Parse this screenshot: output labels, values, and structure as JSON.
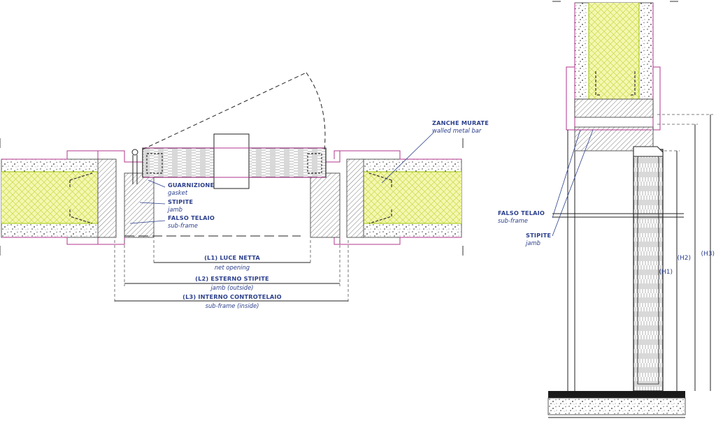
{
  "plan": {
    "labels": {
      "gasket": {
        "main": "GUARNIZIONE",
        "sub": "gasket"
      },
      "jamb": {
        "main": "STIPITE",
        "sub": "jamb"
      },
      "subframe": {
        "main": "FALSO TELAIO",
        "sub": "sub-frame"
      },
      "walled_bar": {
        "main": "ZANCHE MURATE",
        "sub": "walled metal bar"
      }
    },
    "dimensions": {
      "l1": {
        "main": "(L1) LUCE NETTA",
        "sub": "net opening"
      },
      "l2": {
        "main": "(L2) ESTERNO STIPITE",
        "sub": "jamb (outside)"
      },
      "l3": {
        "main": "(L3) INTERNO CONTROTELAIO",
        "sub": "sub-frame (inside)"
      }
    }
  },
  "section": {
    "labels": {
      "subframe": {
        "main": "FALSO TELAIO",
        "sub": "sub-frame"
      },
      "jamb": {
        "main": "STIPITE",
        "sub": "jamb"
      }
    },
    "dimensions": {
      "h1": "(H1)",
      "h2": "(H2)",
      "h3": "(H3)"
    }
  },
  "colors": {
    "insulation": "#f3f6a8",
    "insulation_edge": "#b8d400",
    "frame_outline": "#b0358e",
    "label": "#2b3f8c",
    "line": "#222222"
  }
}
